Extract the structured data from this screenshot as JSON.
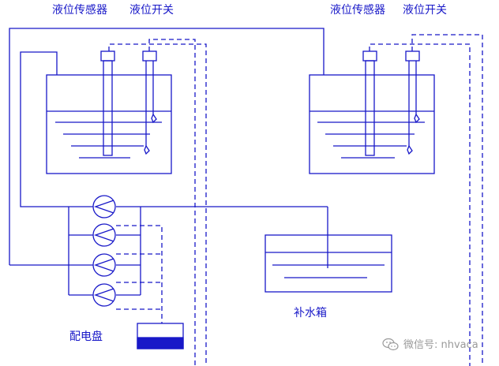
{
  "labels": {
    "left_sensor": "液位传感器",
    "left_switch": "液位开关",
    "right_sensor": "液位传感器",
    "right_switch": "液位开关",
    "makeup_tank": "补水箱",
    "distribution_panel": "配电盘"
  },
  "watermark": {
    "icon": "wechat-icon",
    "text": "微信号: nhvaca"
  },
  "colors": {
    "line": "#1818c8",
    "watermark": "#9a9a9a"
  }
}
